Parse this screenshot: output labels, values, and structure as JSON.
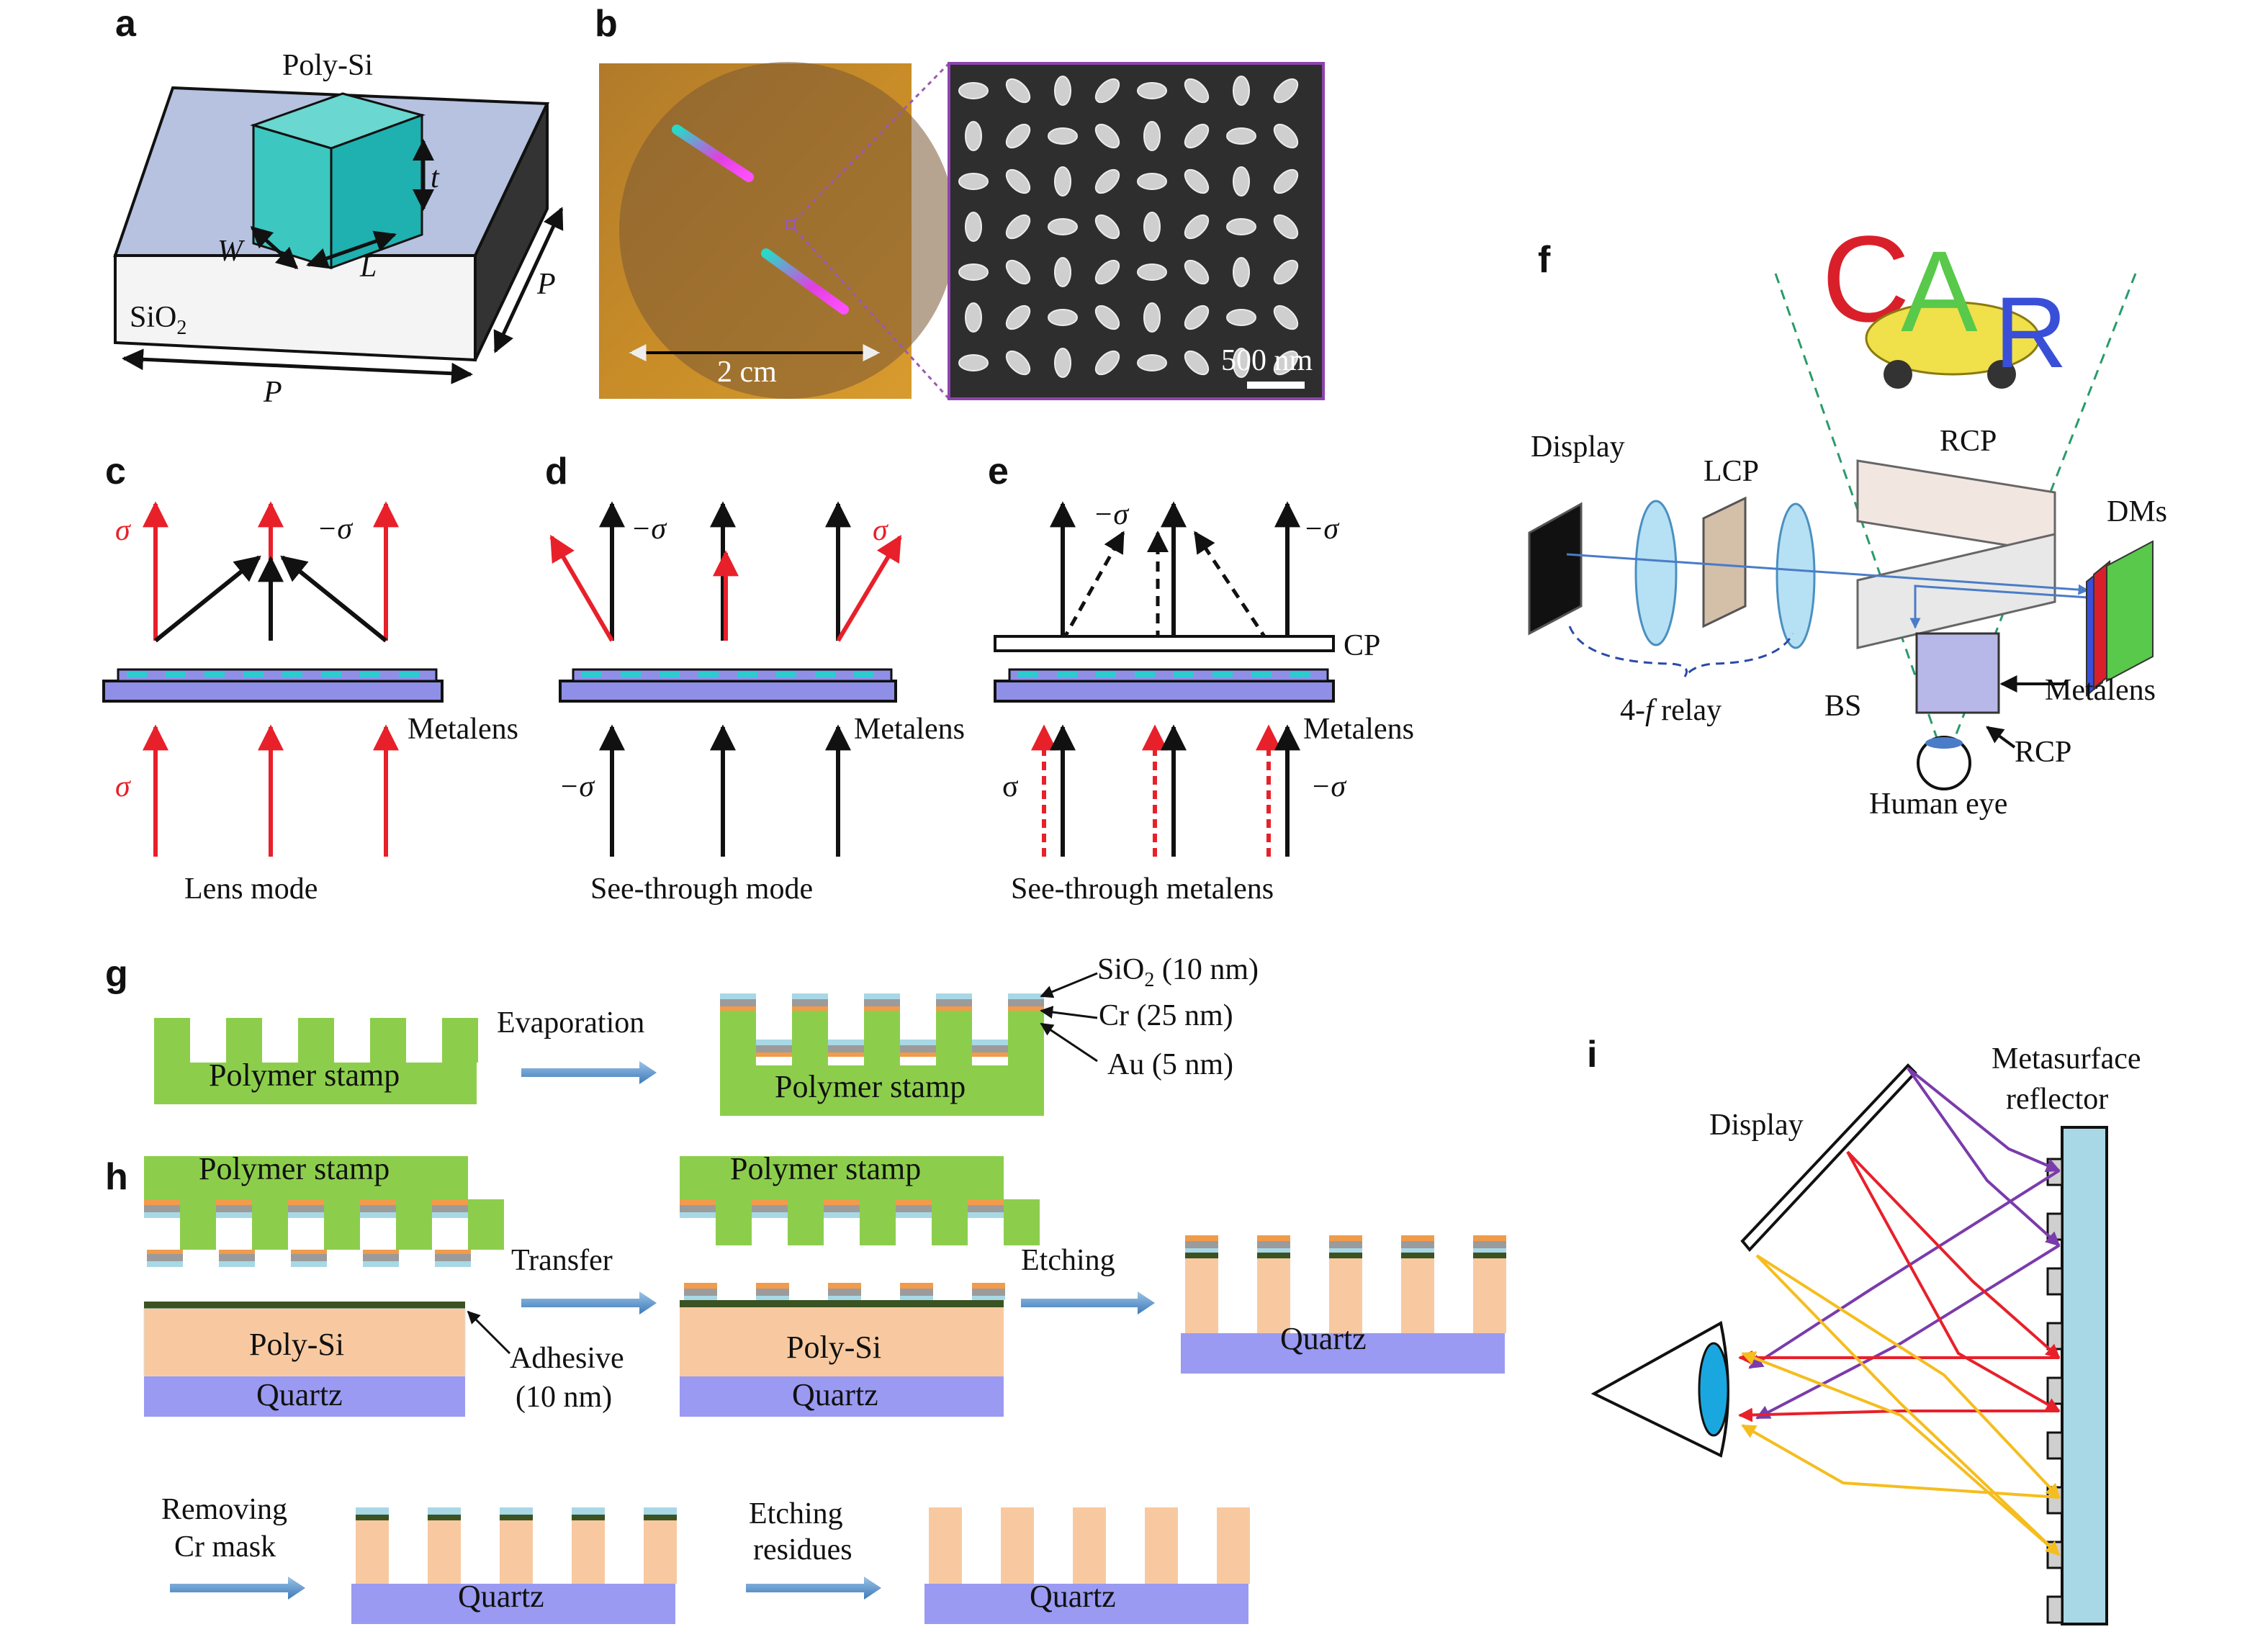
{
  "panels": {
    "a": "a",
    "b": "b",
    "c": "c",
    "d": "d",
    "e": "e",
    "f": "f",
    "g": "g",
    "h": "h",
    "i": "i"
  },
  "a": {
    "polysi": "Poly-Si",
    "sio2": "SiO",
    "sio2_sub": "2",
    "t": "t",
    "w": "W",
    "l": "L",
    "p": "P"
  },
  "b": {
    "scale_photo": "2 cm",
    "scale_sem": "500 nm"
  },
  "c": {
    "sigma": "σ",
    "minus_sigma": "−σ",
    "metalens": "Metalens",
    "caption": "Lens mode"
  },
  "d": {
    "minus_sigma": "−σ",
    "sigma": "σ",
    "metalens": "Metalens",
    "caption": "See-through mode"
  },
  "e": {
    "minus_sigma": "−σ",
    "cp": "CP",
    "metalens": "Metalens",
    "sigma": "σ",
    "caption": "See-through metalens"
  },
  "f": {
    "car_c": "C",
    "car_a": "A",
    "car_r": "R",
    "rcp_top": "RCP",
    "display": "Display",
    "lcp": "LCP",
    "dms": "DMs",
    "relay_pre": "4-",
    "relay_f": "f",
    "relay_post": " relay",
    "bs": "BS",
    "metalens": "Metalens",
    "rcp_bottom": "RCP",
    "eye": "Human eye"
  },
  "g": {
    "stamp": "Polymer stamp",
    "evaporation": "Evaporation",
    "sio2": "SiO",
    "sio2_sub": "2",
    "sio2_thick": " (10 nm)",
    "cr": "Cr (25 nm)",
    "au": "Au (5 nm)"
  },
  "h": {
    "stamp": "Polymer stamp",
    "transfer": "Transfer",
    "etching": "Etching",
    "polysi": "Poly-Si",
    "quartz": "Quartz",
    "adhesive": "Adhesive",
    "adhesive_thick": "(10 nm)",
    "removing1": "Removing",
    "removing2": "Cr mask",
    "residue1": "Etching",
    "residue2": "residues"
  },
  "i": {
    "display": "Display",
    "reflector1": "Metasurface",
    "reflector2": "reflector"
  },
  "colors": {
    "red": "#e8202a",
    "green": "#8cce4c",
    "quartz": "#9a9af2",
    "polysi": "#f8c9a0",
    "sio2": "#a8d8e6",
    "cr": "#9b9b9b",
    "au": "#f19b4b",
    "adhesive": "#3b5323",
    "blueArrow": "#4f8cc9",
    "purple": "#7a3bab",
    "yellow": "#f5bd1e",
    "metalens": "#8f8fe8",
    "cyan": "#2ecad1"
  }
}
